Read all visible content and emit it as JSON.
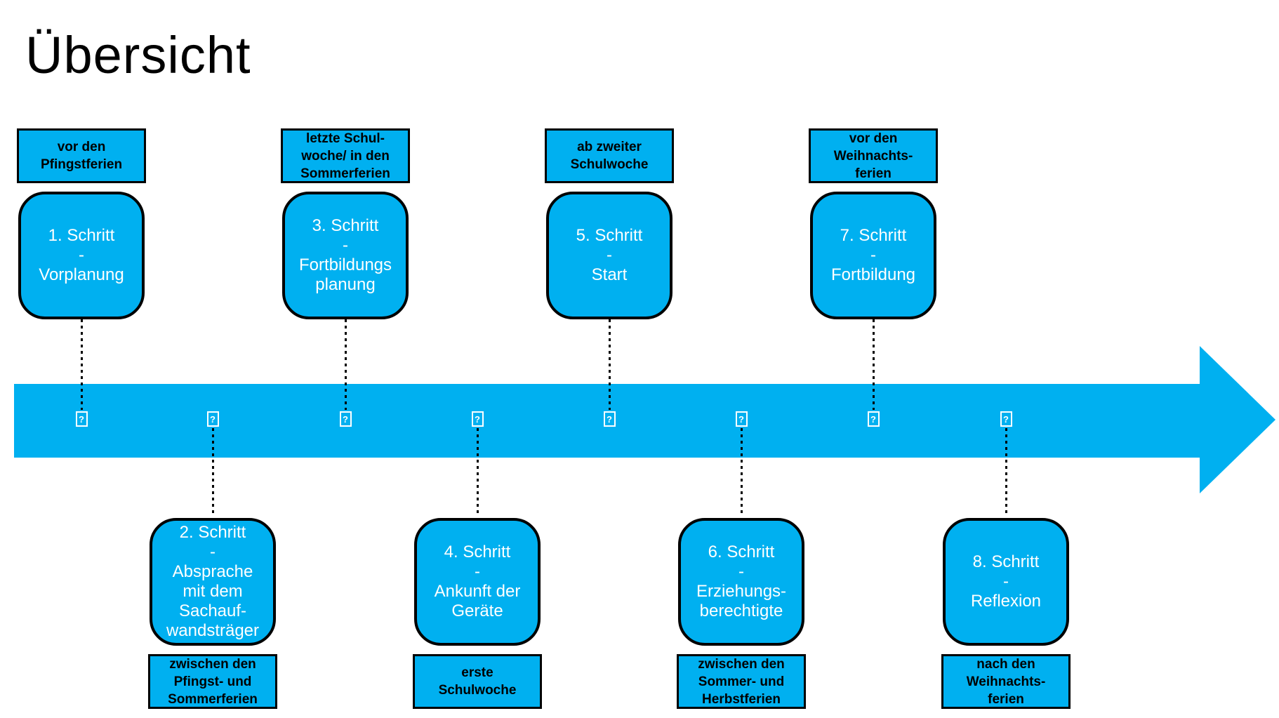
{
  "title": "Übersicht",
  "colors": {
    "accent": "#00B0F0",
    "border": "#000000",
    "step_text": "#FFFFFF",
    "label_text": "#000000"
  },
  "timeline": {
    "icon_char": "?",
    "icon_name": "missing-glyph-icon"
  },
  "steps": [
    {
      "row": "top",
      "label_lines": [
        "vor den",
        "Pfingstferien"
      ],
      "box_lines": [
        "1. Schritt",
        "-",
        "Vorplanung"
      ]
    },
    {
      "row": "bottom",
      "label_lines": [
        "zwischen den",
        "Pfingst- und",
        "Sommerferien"
      ],
      "box_lines": [
        "2. Schritt",
        "-",
        "Absprache",
        "mit dem",
        "Sachauf-",
        "wandsträger"
      ]
    },
    {
      "row": "top",
      "label_lines": [
        "letzte Schul-",
        "woche/ in den",
        "Sommerferien"
      ],
      "box_lines": [
        "3. Schritt",
        "-",
        "Fortbildungs",
        "planung"
      ]
    },
    {
      "row": "bottom",
      "label_lines": [
        "erste",
        "Schulwoche"
      ],
      "box_lines": [
        "4. Schritt",
        "-",
        "Ankunft der",
        "Geräte"
      ]
    },
    {
      "row": "top",
      "label_lines": [
        "ab zweiter",
        "Schulwoche"
      ],
      "box_lines": [
        "5. Schritt",
        "-",
        "Start"
      ]
    },
    {
      "row": "bottom",
      "label_lines": [
        "zwischen den",
        "Sommer- und",
        "Herbstferien"
      ],
      "box_lines": [
        "6. Schritt",
        "-",
        "Erziehungs-",
        "berechtigte"
      ]
    },
    {
      "row": "top",
      "label_lines": [
        "vor den",
        "Weihnachts-",
        "ferien"
      ],
      "box_lines": [
        "7. Schritt",
        "-",
        "Fortbildung"
      ]
    },
    {
      "row": "bottom",
      "label_lines": [
        "nach den",
        "Weihnachts-",
        "ferien"
      ],
      "box_lines": [
        "8. Schritt",
        "-",
        "Reflexion"
      ]
    }
  ]
}
